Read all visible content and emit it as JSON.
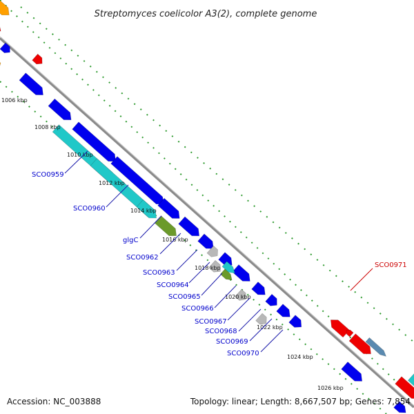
{
  "title": "Streptomyces coelicolor A3(2), complete genome",
  "footer": {
    "accession": "Accession: NC_003888",
    "summary": "Topology: linear; Length: 8,667,507 bp; Genes: 7,854"
  },
  "kbp_ticks": [
    "1006 kbp",
    "1008 kbp",
    "1010 kbp",
    "1012 kbp",
    "1014 kbp",
    "1016 kbp",
    "1018 kbp",
    "1020 kbp",
    "1022 kbp",
    "1024 kbp",
    "1026 kbp"
  ],
  "gene_labels": [
    {
      "text": "SCO0959",
      "color": "#0000cc"
    },
    {
      "text": "SCO0960",
      "color": "#0000cc"
    },
    {
      "text": "glgC",
      "color": "#0000cc"
    },
    {
      "text": "SCO0962",
      "color": "#0000cc"
    },
    {
      "text": "SCO0963",
      "color": "#0000cc"
    },
    {
      "text": "SCO0964",
      "color": "#0000cc"
    },
    {
      "text": "SCO0965",
      "color": "#0000cc"
    },
    {
      "text": "SCO0966",
      "color": "#0000cc"
    },
    {
      "text": "SCO0967",
      "color": "#0000cc"
    },
    {
      "text": "SCO0968",
      "color": "#0000cc"
    },
    {
      "text": "SCO0969",
      "color": "#0000cc"
    },
    {
      "text": "SCO0970",
      "color": "#0000cc"
    },
    {
      "text": "SCO0971",
      "color": "#cc0000"
    }
  ],
  "colors": {
    "blue": "#0000ee",
    "cyan": "#20c8c8",
    "olive": "#6b9a2a",
    "gray": "#b8b8b8",
    "red": "#ee0000",
    "orange": "#ffa000",
    "steel": "#5a8ab0",
    "backbone": "#8a8a8a",
    "dots": "#2e9a2e"
  }
}
